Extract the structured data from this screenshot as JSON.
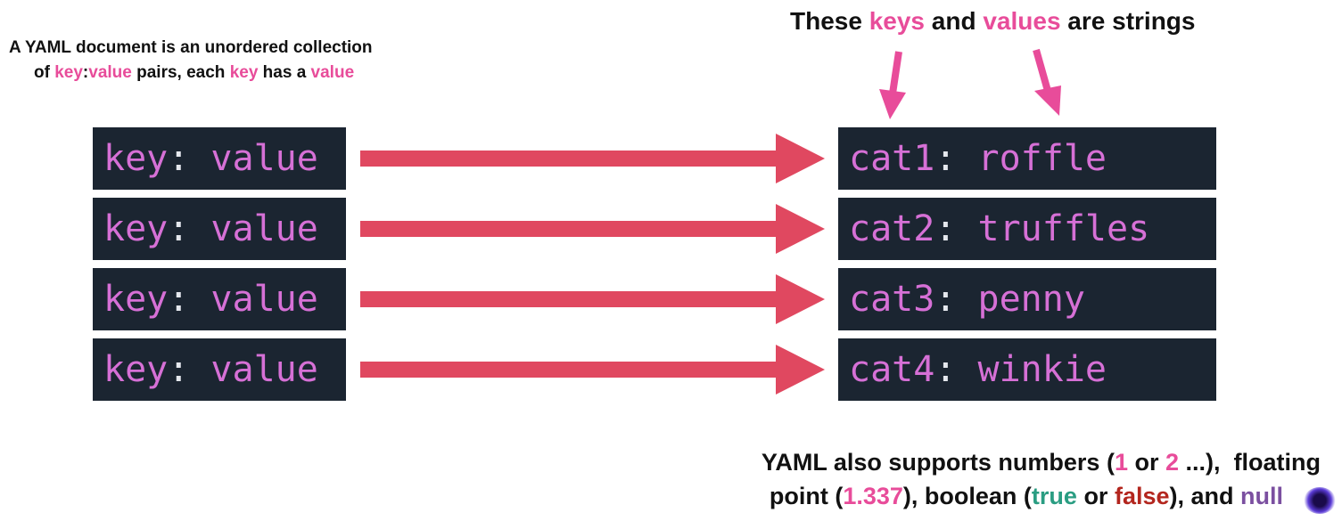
{
  "intro": {
    "w1": "A YAML document is an unordered  collection",
    "w2": "of ",
    "w3": "key",
    "w4": ":",
    "w5": "value",
    "w6": " pairs, each ",
    "w7": "key",
    "w8": " has a ",
    "w9": "value"
  },
  "top_caption": {
    "w1": "These ",
    "w2": "keys",
    "w3": " and ",
    "w4": "values",
    "w5": " are strings"
  },
  "left_pairs": [
    {
      "key": "key",
      "sep": ":",
      "value": " value"
    },
    {
      "key": "key",
      "sep": ":",
      "value": " value"
    },
    {
      "key": "key",
      "sep": ":",
      "value": " value"
    },
    {
      "key": "key",
      "sep": ":",
      "value": " value"
    }
  ],
  "right_pairs": [
    {
      "key": "cat1",
      "sep": ":",
      "value": " roffle"
    },
    {
      "key": "cat2",
      "sep": ":",
      "value": " truffles"
    },
    {
      "key": "cat3",
      "sep": ":",
      "value": " penny"
    },
    {
      "key": "cat4",
      "sep": ":",
      "value": " winkie"
    }
  ],
  "bottom_caption": {
    "w1": "YAML also supports numbers (",
    "w2": "1",
    "w3": " or ",
    "w4": "2",
    "w5": " ...),  floating",
    "w6": "point (",
    "w7": "1.337",
    "w8": "), boolean (",
    "w9": "true",
    "w10": " or ",
    "w11": "false",
    "w12": "), and ",
    "w13": "null"
  },
  "colors": {
    "accent_pink": "#e84c9a",
    "arrow_red": "#e04860",
    "code_bg": "#1b2531",
    "code_text": "#d670d6",
    "true_teal": "#2a9d82",
    "false_red": "#b3261e",
    "null_purple": "#7b4fa0"
  }
}
